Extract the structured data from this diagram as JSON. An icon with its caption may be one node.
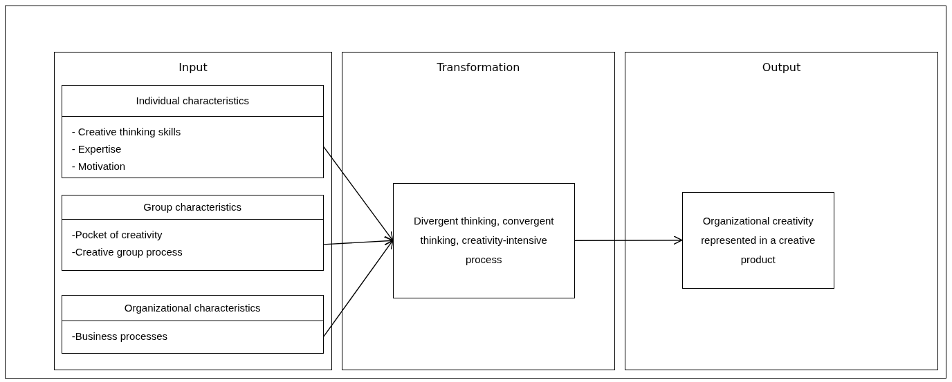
{
  "diagram": {
    "nodes": [
      {
        "text": [
          "Input"
        ]
      },
      {
        "text": [
          "Individual characteristics",
          "- Creative thinking skills",
          "- Expertise",
          "- Motivation"
        ],
        "in": 0
      },
      {
        "text": [
          "Group characteristics",
          "-Pocket of creativity",
          "-Creative group process"
        ],
        "in": 0
      },
      {
        "text": [
          "Organizational characteristics",
          "-Business processes"
        ],
        "in": 0
      },
      {
        "text": [
          "Transformation"
        ]
      },
      {
        "text": [
          "Divergent thinking, convergent thinking, creativity-intensive process"
        ],
        "in": 4
      },
      {
        "text": [
          "Output"
        ]
      },
      {
        "text": [
          "Organizational creativity represented in a creative product"
        ],
        "in": 6
      }
    ],
    "edges": [
      {
        "from": 1,
        "to": 5,
        "arrow": "to"
      },
      {
        "from": 2,
        "to": 5,
        "arrow": "to"
      },
      {
        "from": 3,
        "to": 5,
        "arrow": "to"
      },
      {
        "from": 5,
        "to": 7,
        "arrow": "to"
      }
    ]
  }
}
